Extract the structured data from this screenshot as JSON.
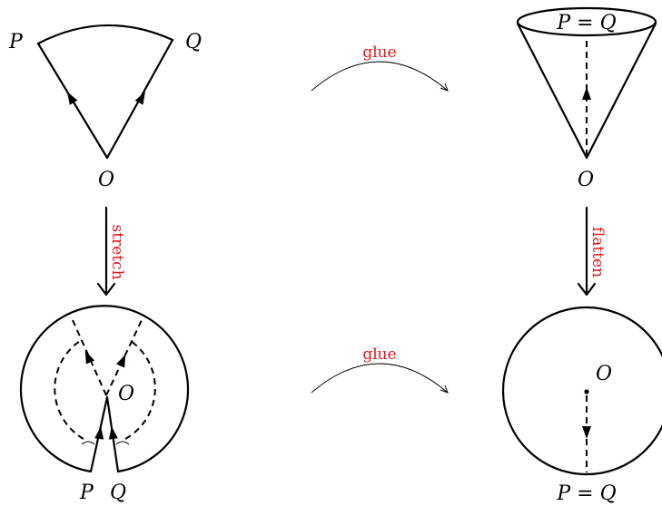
{
  "labels": {
    "sector_p": "P",
    "sector_q": "Q",
    "sector_o": "O",
    "cone_pq": "P = Q",
    "cone_o": "O",
    "pac_o": "O",
    "pac_p": "P",
    "pac_q": "Q",
    "disk_o": "O",
    "disk_pq": "P = Q"
  },
  "arrows": {
    "glue_top": "glue",
    "glue_bottom": "glue",
    "stretch": "stretch",
    "flatten": "flatten"
  },
  "colors": {
    "ink": "#000000",
    "annotation": "#e8141c"
  }
}
